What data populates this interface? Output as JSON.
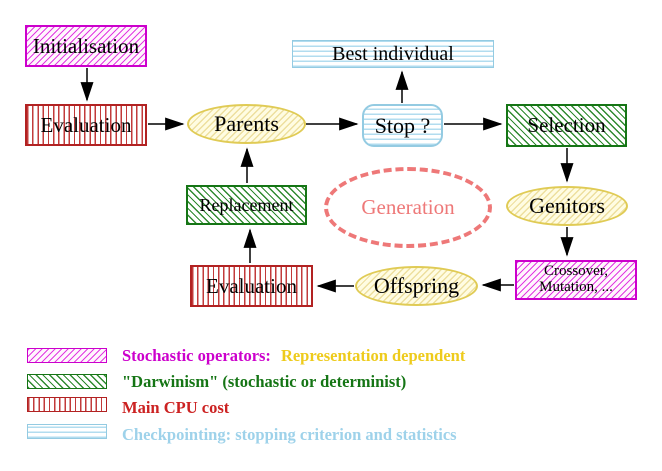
{
  "diagram": {
    "nodes": {
      "initialisation": {
        "label": "Initialisation"
      },
      "evaluation_top": {
        "label": "Evaluation"
      },
      "parents": {
        "label": "Parents"
      },
      "best_individual": {
        "label": "Best individual"
      },
      "stop": {
        "label": "Stop ?"
      },
      "selection": {
        "label": "Selection"
      },
      "replacement": {
        "label": "Replacement"
      },
      "generation": {
        "label": "Generation"
      },
      "genitors": {
        "label": "Genitors"
      },
      "evaluation_bottom": {
        "label": "Evaluation"
      },
      "offspring": {
        "label": "Offspring"
      },
      "crossover": {
        "line1": "Crossover,",
        "line2": "Mutation, ..."
      }
    },
    "colors": {
      "magenta": "#cc00cc",
      "green": "#157515",
      "red": "#b22222",
      "cyan": "#94cbe2",
      "yellow": "#e0cb55",
      "salmon": "#ee7878",
      "gold_text": "#eecb1c",
      "arrow": "#000000"
    }
  },
  "legend": {
    "rows": [
      {
        "swatch": "magenta-hatch",
        "part1": "Stochastic operators:",
        "part2": "Representation dependent"
      },
      {
        "swatch": "green-hatch",
        "part1": "\"Darwinism\" (stochastic or determinist)"
      },
      {
        "swatch": "red-vertical-stripes",
        "part1": "Main CPU cost"
      },
      {
        "swatch": "cyan-horizontal-stripes",
        "part1": "Checkpointing: stopping criterion and statistics"
      }
    ]
  }
}
